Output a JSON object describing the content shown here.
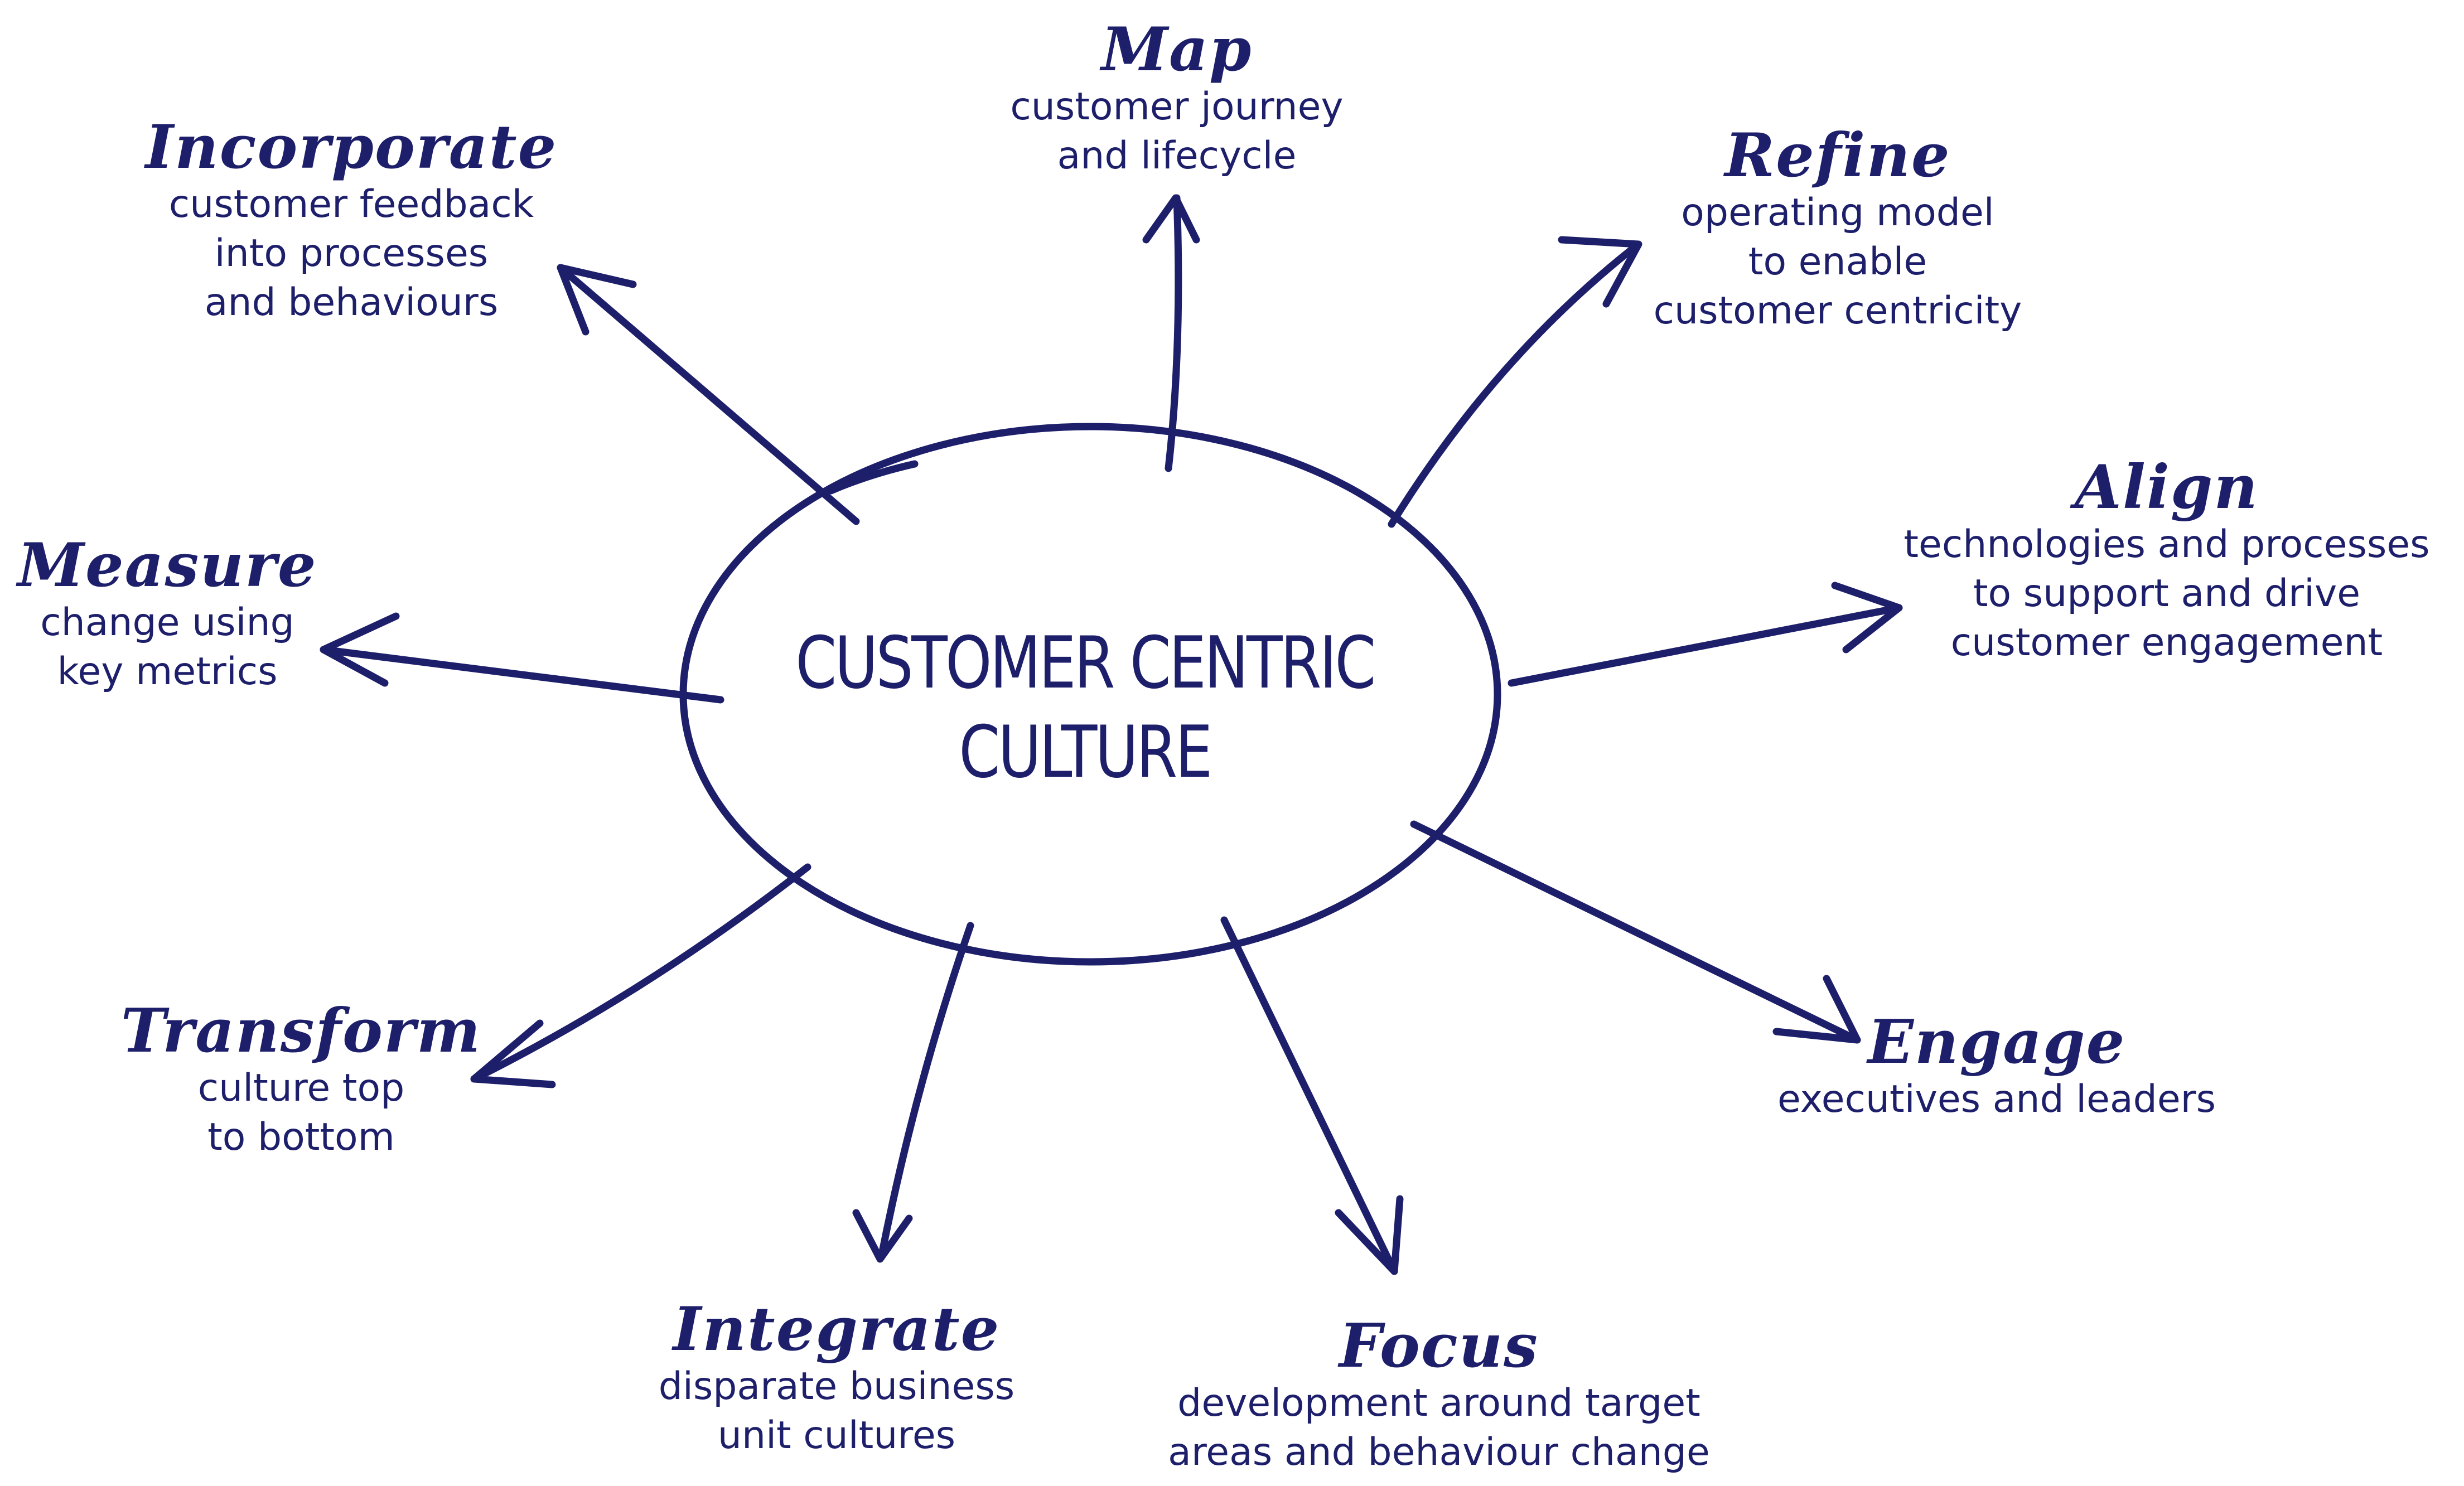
{
  "center": {
    "title": "CUSTOMER CENTRIC\nCULTURE"
  },
  "nodes": {
    "map": {
      "title": "Map",
      "desc": "customer journey\nand lifecycle"
    },
    "refine": {
      "title": "Refine",
      "desc": "operating model\nto enable\ncustomer centricity"
    },
    "align": {
      "title": "Align",
      "desc": "technologies and processes\nto support and drive\ncustomer engagement"
    },
    "engage": {
      "title": "Engage",
      "desc": "executives and leaders"
    },
    "focus": {
      "title": "Focus",
      "desc": "development around target\nareas and behaviour change"
    },
    "integrate": {
      "title": "Integrate",
      "desc": "disparate business\nunit cultures"
    },
    "transform": {
      "title": "Transform",
      "desc": "culture top\nto bottom"
    },
    "measure": {
      "title": "Measure",
      "desc": "change using\nkey metrics"
    },
    "incorporate": {
      "title": "Incorporate",
      "desc": "customer feedback\ninto processes\nand behaviours"
    }
  },
  "colors": {
    "ink": "#1e1f6b",
    "background": "#ffffff"
  }
}
